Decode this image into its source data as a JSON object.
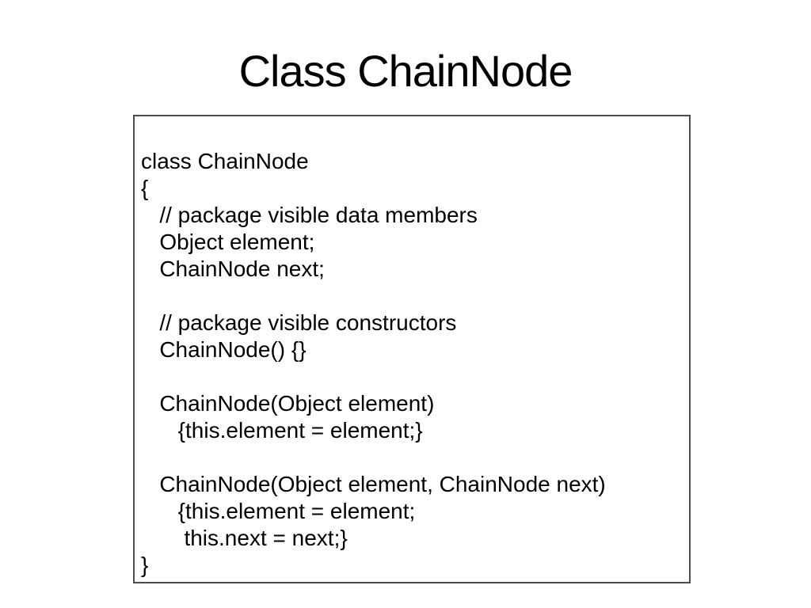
{
  "slide": {
    "title": "Class ChainNode",
    "code_box": {
      "language": "java",
      "lines": [
        "class ChainNode",
        "{",
        "   // package visible data members",
        "   Object element;",
        "   ChainNode next;",
        "",
        "   // package visible constructors",
        "   ChainNode() {}",
        "",
        "   ChainNode(Object element)",
        "      {this.element = element;}",
        "",
        "   ChainNode(Object element, ChainNode next)",
        "      {this.element = element;",
        "       this.next = next;}",
        "}"
      ]
    },
    "colors": {
      "background": "#ffffff",
      "text": "#000000",
      "box_border": "#4c4c4c"
    }
  }
}
